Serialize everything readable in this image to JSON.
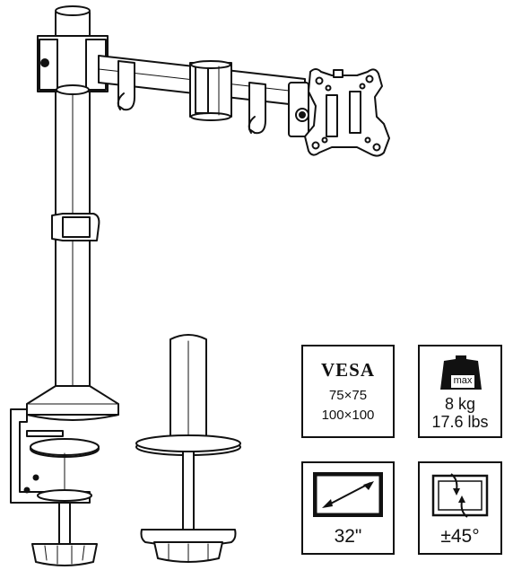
{
  "specs": {
    "vesa": {
      "title": "VESA",
      "size_small": "75×75",
      "size_large": "100×100",
      "icon": "vesa-pattern"
    },
    "weight": {
      "badge": "max",
      "kg": "8 kg",
      "lbs": "17.6 lbs",
      "icon": "weight-icon"
    },
    "screen": {
      "size": "32\"",
      "icon": "screen-diagonal-icon"
    },
    "tilt": {
      "angle": "±45°",
      "icon": "tilt-rotate-icon"
    }
  },
  "colors": {
    "line": "#111111",
    "background": "#ffffff"
  }
}
